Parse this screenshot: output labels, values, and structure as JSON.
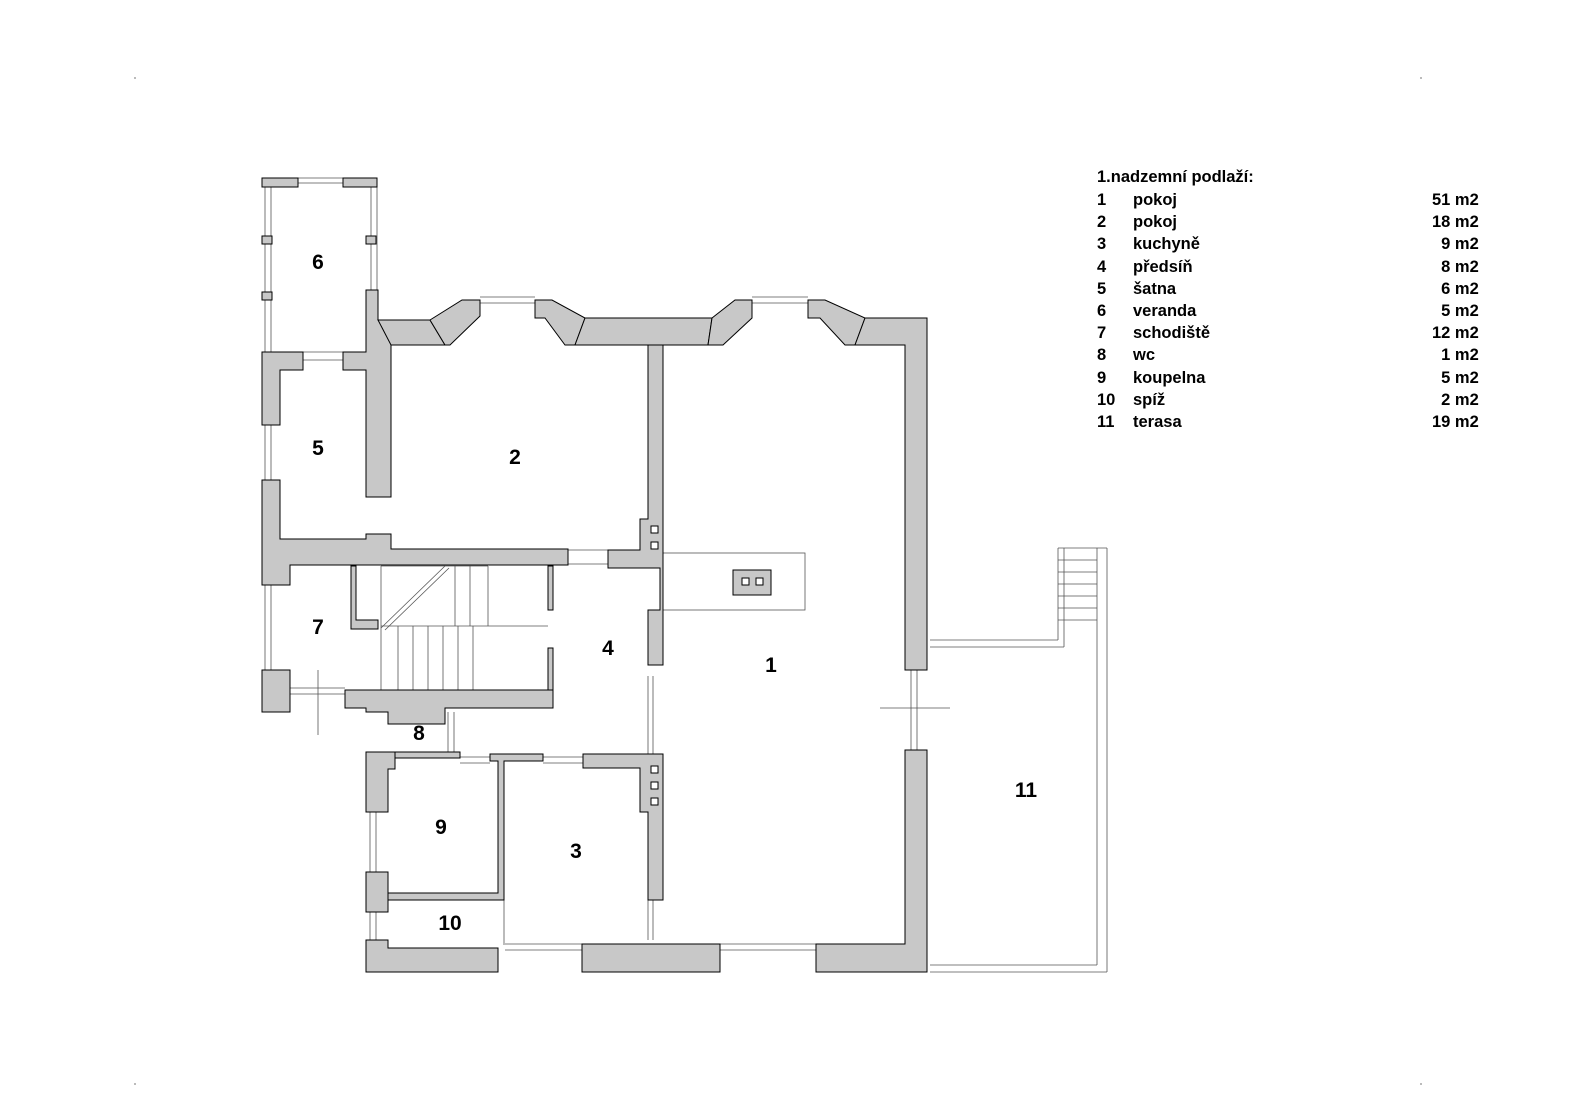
{
  "legend": {
    "title": "1.nadzemní podlaží:",
    "rows": [
      {
        "num": "1",
        "name": "pokoj",
        "area": "51 m2"
      },
      {
        "num": "2",
        "name": "pokoj",
        "area": "18 m2"
      },
      {
        "num": "3",
        "name": "kuchyně",
        "area": "9 m2"
      },
      {
        "num": "4",
        "name": "předsíň",
        "area": "8 m2"
      },
      {
        "num": "5",
        "name": "šatna",
        "area": "6 m2"
      },
      {
        "num": "6",
        "name": "veranda",
        "area": "5 m2"
      },
      {
        "num": "7",
        "name": "schodiště",
        "area": "12 m2"
      },
      {
        "num": "8",
        "name": "wc",
        "area": "1 m2"
      },
      {
        "num": "9",
        "name": "koupelna",
        "area": "5 m2"
      },
      {
        "num": "10",
        "name": "spíž",
        "area": "2 m2"
      },
      {
        "num": "11",
        "name": "terasa",
        "area": "19 m2"
      }
    ]
  },
  "rooms": {
    "r1": "1",
    "r2": "2",
    "r3": "3",
    "r4": "4",
    "r5": "5",
    "r6": "6",
    "r7": "7",
    "r8": "8",
    "r9": "9",
    "r10": "10",
    "r11": "11"
  },
  "colors": {
    "wall_fill": "#c8c8c8",
    "line": "#000000"
  }
}
